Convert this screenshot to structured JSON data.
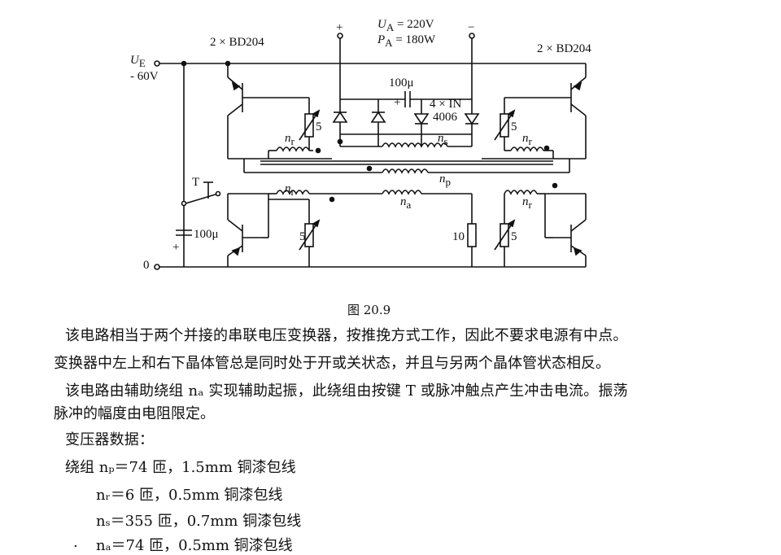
{
  "figure": {
    "caption": "图 20.9",
    "labels": {
      "supply_ue": "U",
      "supply_ue_sub": "E",
      "supply_ue_value": "- 60V",
      "transistor_left": "2 × BD204",
      "transistor_right": "2 × BD204",
      "output_plus": "+",
      "output_minus": "−",
      "ua": "U",
      "ua_sub": "A",
      "ua_value": " = 220V",
      "pa": "P",
      "pa_sub": "A",
      "pa_value": " = 180W",
      "cap_top": "100μ",
      "cap_plus": "+",
      "diodes": "4 × IN",
      "diodes2": "4006",
      "res_5_tl": "5",
      "res_5_tr": "5",
      "res_5_bl": "5",
      "res_5_br": "5",
      "res_10": "10",
      "nr_tl": "n",
      "nr_tr": "n",
      "nr_bl": "n",
      "nr_br": "n",
      "nr_sub": "r",
      "ns": "n",
      "ns_sub": "s",
      "np": "n",
      "np_sub": "p",
      "na": "n",
      "na_sub": "a",
      "switch_t": "T",
      "cap_left": "100μ",
      "cap_left_plus": "+",
      "ground": "0"
    }
  },
  "text": {
    "p1_line1": "该电路相当于两个并接的串联电压变换器，按推挽方式工作，因此不要求电源有中点。",
    "p1_line2": "变换器中左上和右下晶体管总是同时处于开或关状态，并且与另两个晶体管状态相反。",
    "p2_line1": "该电路由辅助绕组 nₐ 实现辅助起振，此绕组由按键 T 或脉冲触点产生冲击电流。振荡",
    "p2_line2": "脉冲的幅度由电阻限定。",
    "p3": "变压器数据：",
    "w1": "绕组 nₚ＝74 匝，1.5mm 铜漆包线",
    "w2": "nᵣ＝6 匝，0.5mm 铜漆包线",
    "w3": "nₛ＝355 匝，0.7mm 铜漆包线",
    "w4_dot": ".",
    "w4": "nₐ＝74 匝，0.5mm 铜漆包线"
  }
}
